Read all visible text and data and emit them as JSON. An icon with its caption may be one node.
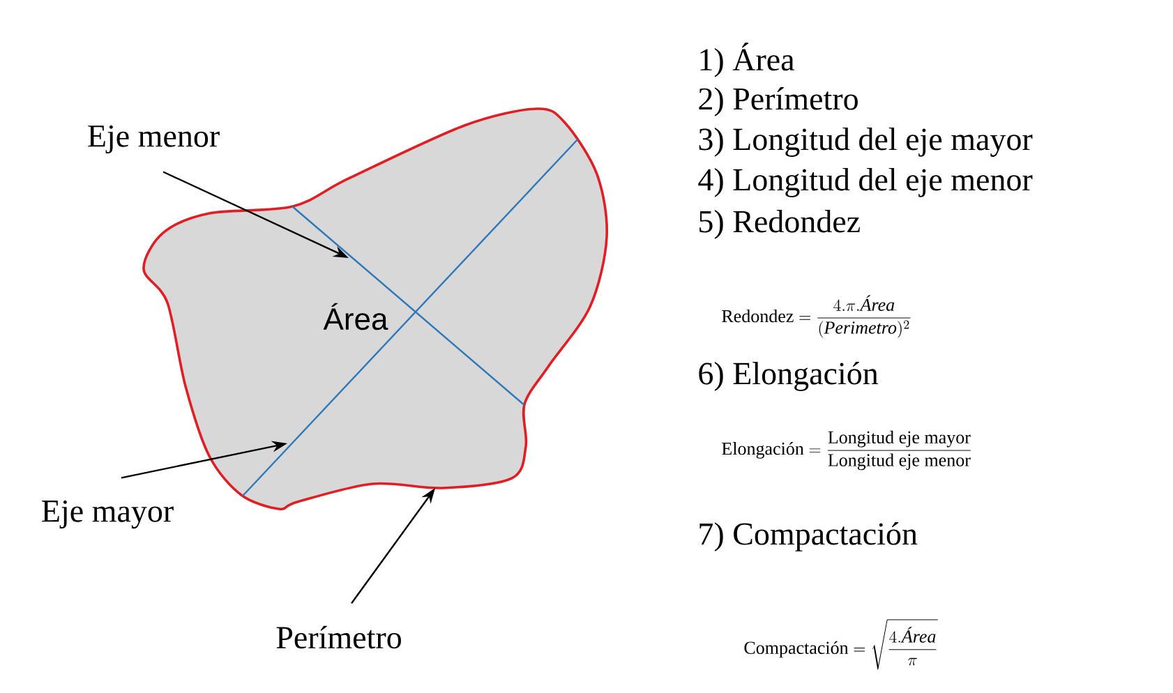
{
  "diagram": {
    "nodes": [
      {
        "text": [
          "Área"
        ]
      },
      {
        "text": [
          "Eje menor"
        ]
      },
      {
        "text": [
          "Eje mayor"
        ]
      },
      {
        "text": [
          "Perímetro"
        ]
      }
    ],
    "edges": [
      {
        "from": 1,
        "to": 0,
        "arrow": "to"
      },
      {
        "from": 2,
        "to": 0,
        "arrow": "to"
      },
      {
        "from": 3,
        "to": 0,
        "arrow": "to"
      }
    ],
    "labels": [
      "1) Área",
      "2) Perímetro",
      "3) Longitud del eje mayor",
      "4) Longitud del eje menor",
      "5) Redondez",
      "\\text{Redondez} = \\frac{4.\\pi.\\textit{Área}}{(\\textit{Perimetro})^{2}}",
      "6) Elongación",
      "\\text{Elongación} = \\frac{\\text{Longitud eje mayor}}{\\text{Longitud eje menor}}",
      "7) Compactación",
      "\\text{Compactación} = \\sqrt{\\frac{4.\\textit{Área}}{\\pi}}"
    ]
  }
}
